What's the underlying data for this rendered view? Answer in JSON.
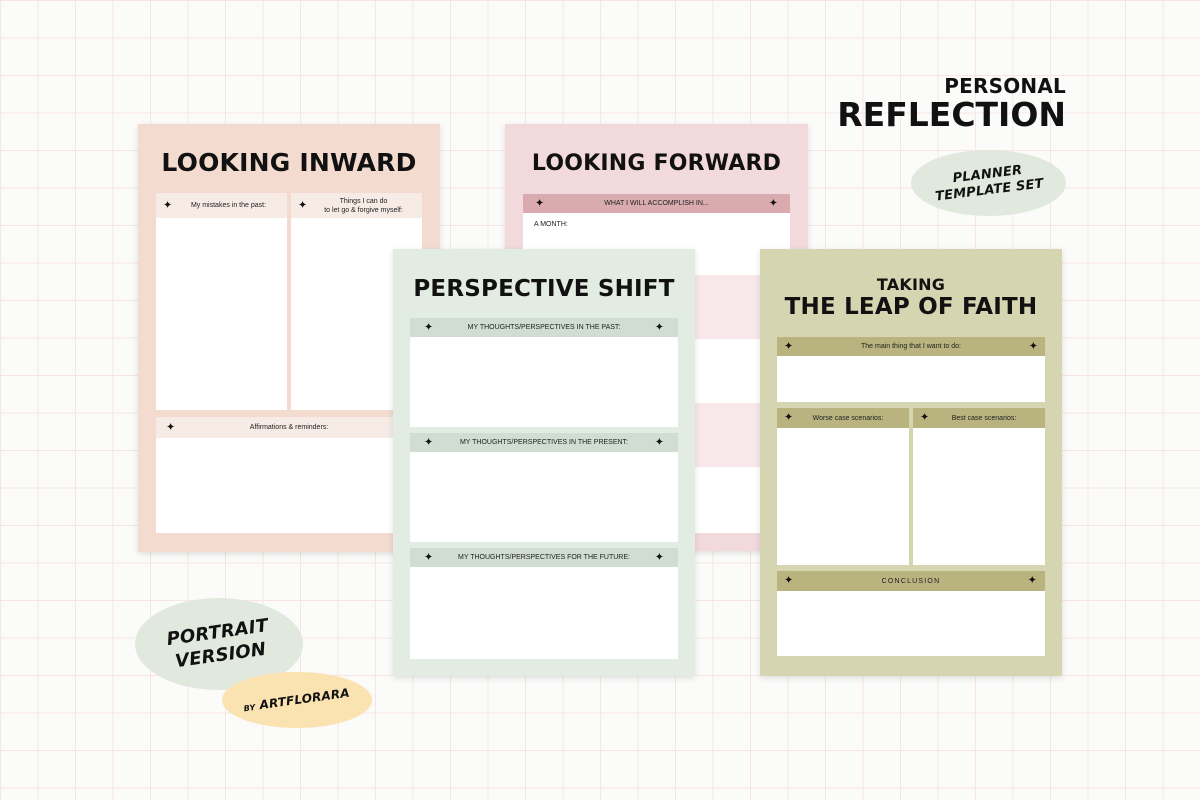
{
  "brand": {
    "title_small": "PERSONAL",
    "title_big": "REFLECTION",
    "badge_line1": "PLANNER",
    "badge_line2": "TEMPLATE SET",
    "portrait_line1": "PORTRAIT",
    "portrait_line2": "VERSION",
    "by_prefix": "BY",
    "by_name": "ARTFLORARA"
  },
  "inward": {
    "title": "LOOKING INWARD",
    "mistakes": "My mistakes in the past:",
    "letgo_line1": "Things I can do",
    "letgo_line2": "to let go & forgive myself:",
    "affirm": "Affirmations & reminders:"
  },
  "forward": {
    "title": "LOOKING FORWARD",
    "accomplish": "WHAT I WILL ACCOMPLISH IN...",
    "month": "A MONTH:"
  },
  "shift": {
    "title": "PERSPECTIVE SHIFT",
    "past": "MY THOUGHTS/PERSPECTIVES IN THE PAST:",
    "present": "MY THOUGHTS/PERSPECTIVES IN THE PRESENT:",
    "future": "MY THOUGHTS/PERSPECTIVES FOR THE FUTURE:"
  },
  "leap": {
    "title_small": "TAKING",
    "title_big": "THE LEAP OF FAITH",
    "main": "The main thing that I want to do:",
    "worse": "Worse case scenarios:",
    "best": "Best case scenarios:",
    "conclusion": "CONCLUSION"
  },
  "colors": {
    "inward_bg": "#f3dccf",
    "inward_bar": "#f7ebe6",
    "forward_bg": "#f2d9dc",
    "forward_bar": "#d9aaae",
    "shift_bg": "#e3ece2",
    "shift_bar": "#d0ddd0",
    "leap_bg": "#d6d5b2",
    "leap_bar": "#b8b37f",
    "green_oval": "#e1e9df",
    "yellow_oval": "#fae3b0"
  }
}
